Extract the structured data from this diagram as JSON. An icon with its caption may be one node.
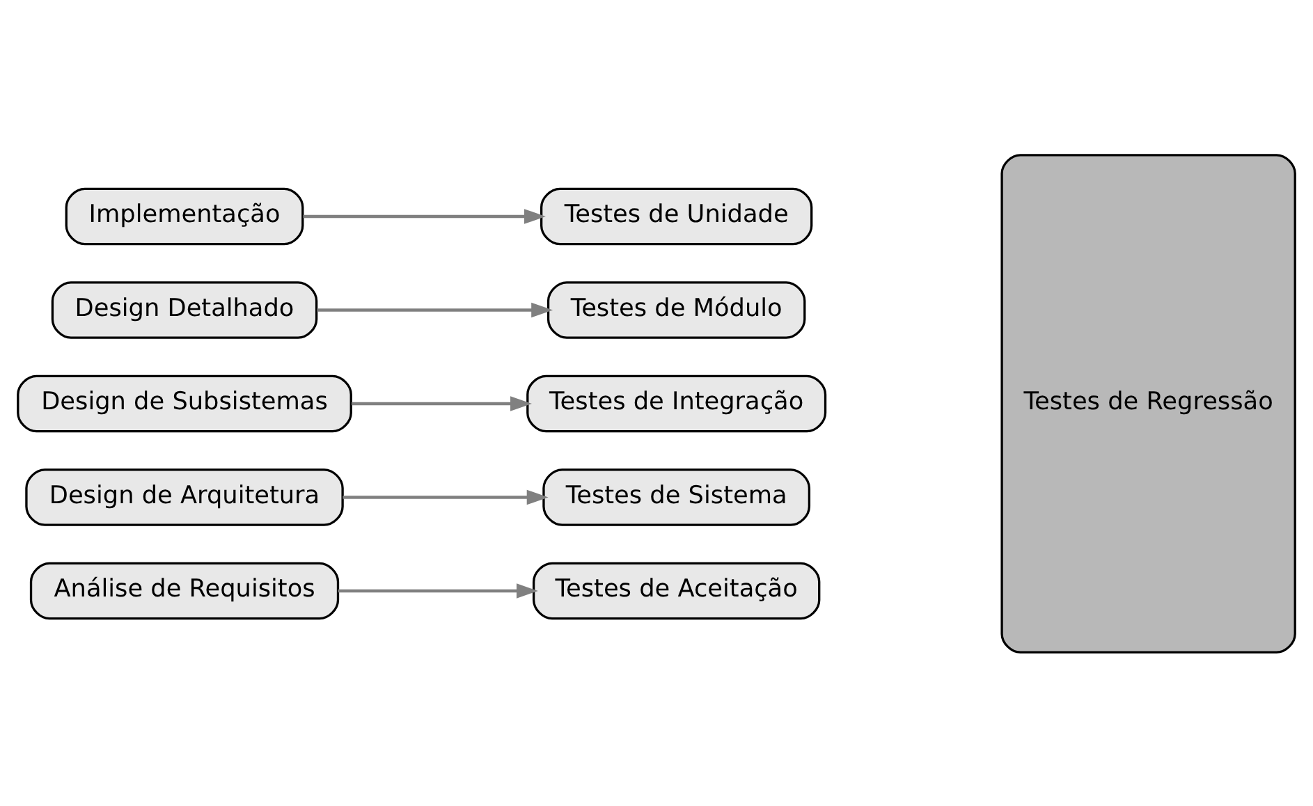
{
  "diagram": {
    "nodes": [
      {
        "text": [
          "Análise de Requisitos"
        ]
      },
      {
        "text": [
          "Testes de Aceitação"
        ]
      },
      {
        "text": [
          "Design de Arquitetura"
        ]
      },
      {
        "text": [
          "Testes de Sistema"
        ]
      },
      {
        "text": [
          "Design de Subsistemas"
        ]
      },
      {
        "text": [
          "Testes de Integração"
        ]
      },
      {
        "text": [
          "Design Detalhado"
        ]
      },
      {
        "text": [
          "Testes de Módulo"
        ]
      },
      {
        "text": [
          "Implementação"
        ]
      },
      {
        "text": [
          "Testes de Unidade"
        ]
      },
      {
        "text": [
          "Testes de Regressão"
        ]
      }
    ],
    "edges": [
      {
        "from": 0,
        "to": 1,
        "arrow": "to"
      },
      {
        "from": 2,
        "to": 3,
        "arrow": "to"
      },
      {
        "from": 4,
        "to": 5,
        "arrow": "to"
      },
      {
        "from": 6,
        "to": 7,
        "arrow": "to"
      },
      {
        "from": 8,
        "to": 9,
        "arrow": "to"
      }
    ]
  }
}
